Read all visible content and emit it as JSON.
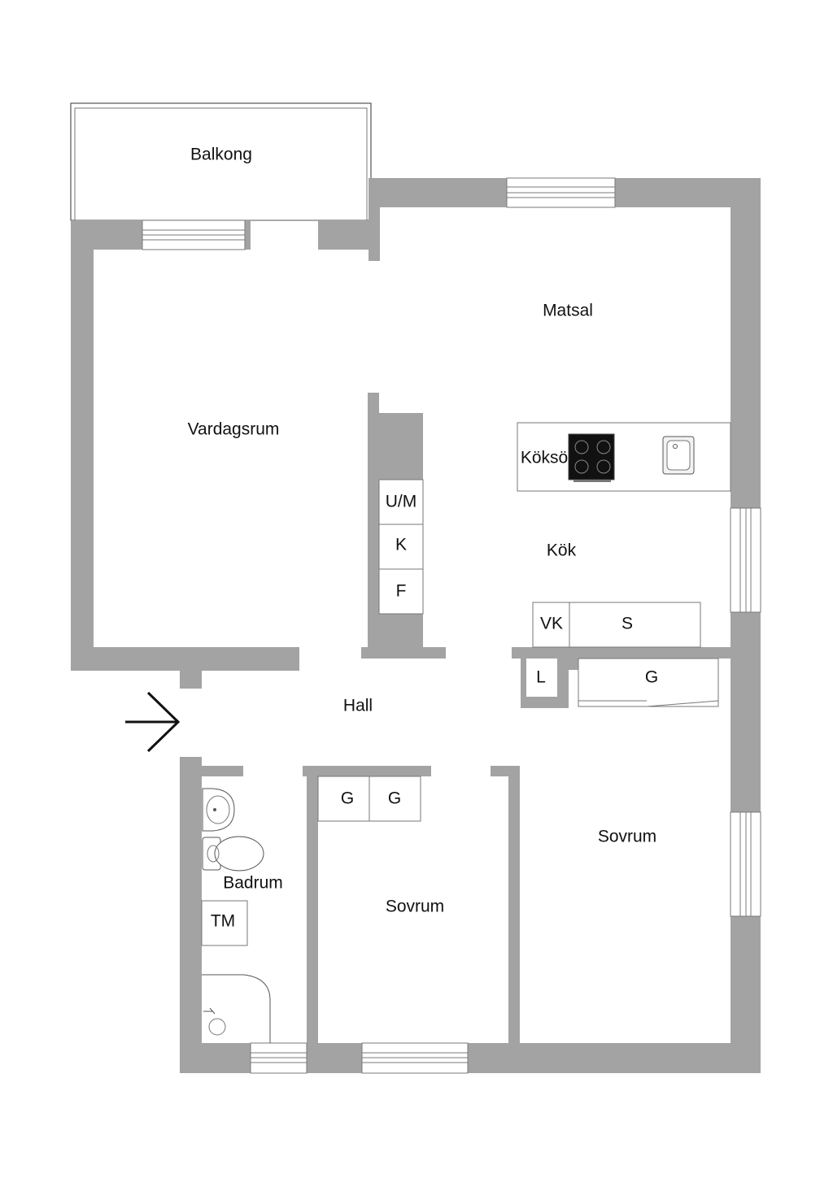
{
  "rooms": {
    "balkong": "Balkong",
    "matsal": "Matsal",
    "vardagsrum": "Vardagsrum",
    "kok": "Kök",
    "hall": "Hall",
    "badrum": "Badrum",
    "sovrum_small": "Sovrum",
    "sovrum_large": "Sovrum"
  },
  "fixtures": {
    "koksö": "Köksö",
    "um": "U/M",
    "k": "K",
    "f": "F",
    "vk": "VK",
    "s": "S",
    "l": "L",
    "g_kitchen": "G",
    "g_closet_1": "G",
    "g_closet_2": "G",
    "tm": "TM"
  },
  "icons": {
    "entrance": "entrance-arrow-icon",
    "stove": "stove-icon",
    "sink": "kitchen-sink-icon",
    "washbasin": "washbasin-icon",
    "toilet": "toilet-icon",
    "shower": "shower-icon"
  }
}
